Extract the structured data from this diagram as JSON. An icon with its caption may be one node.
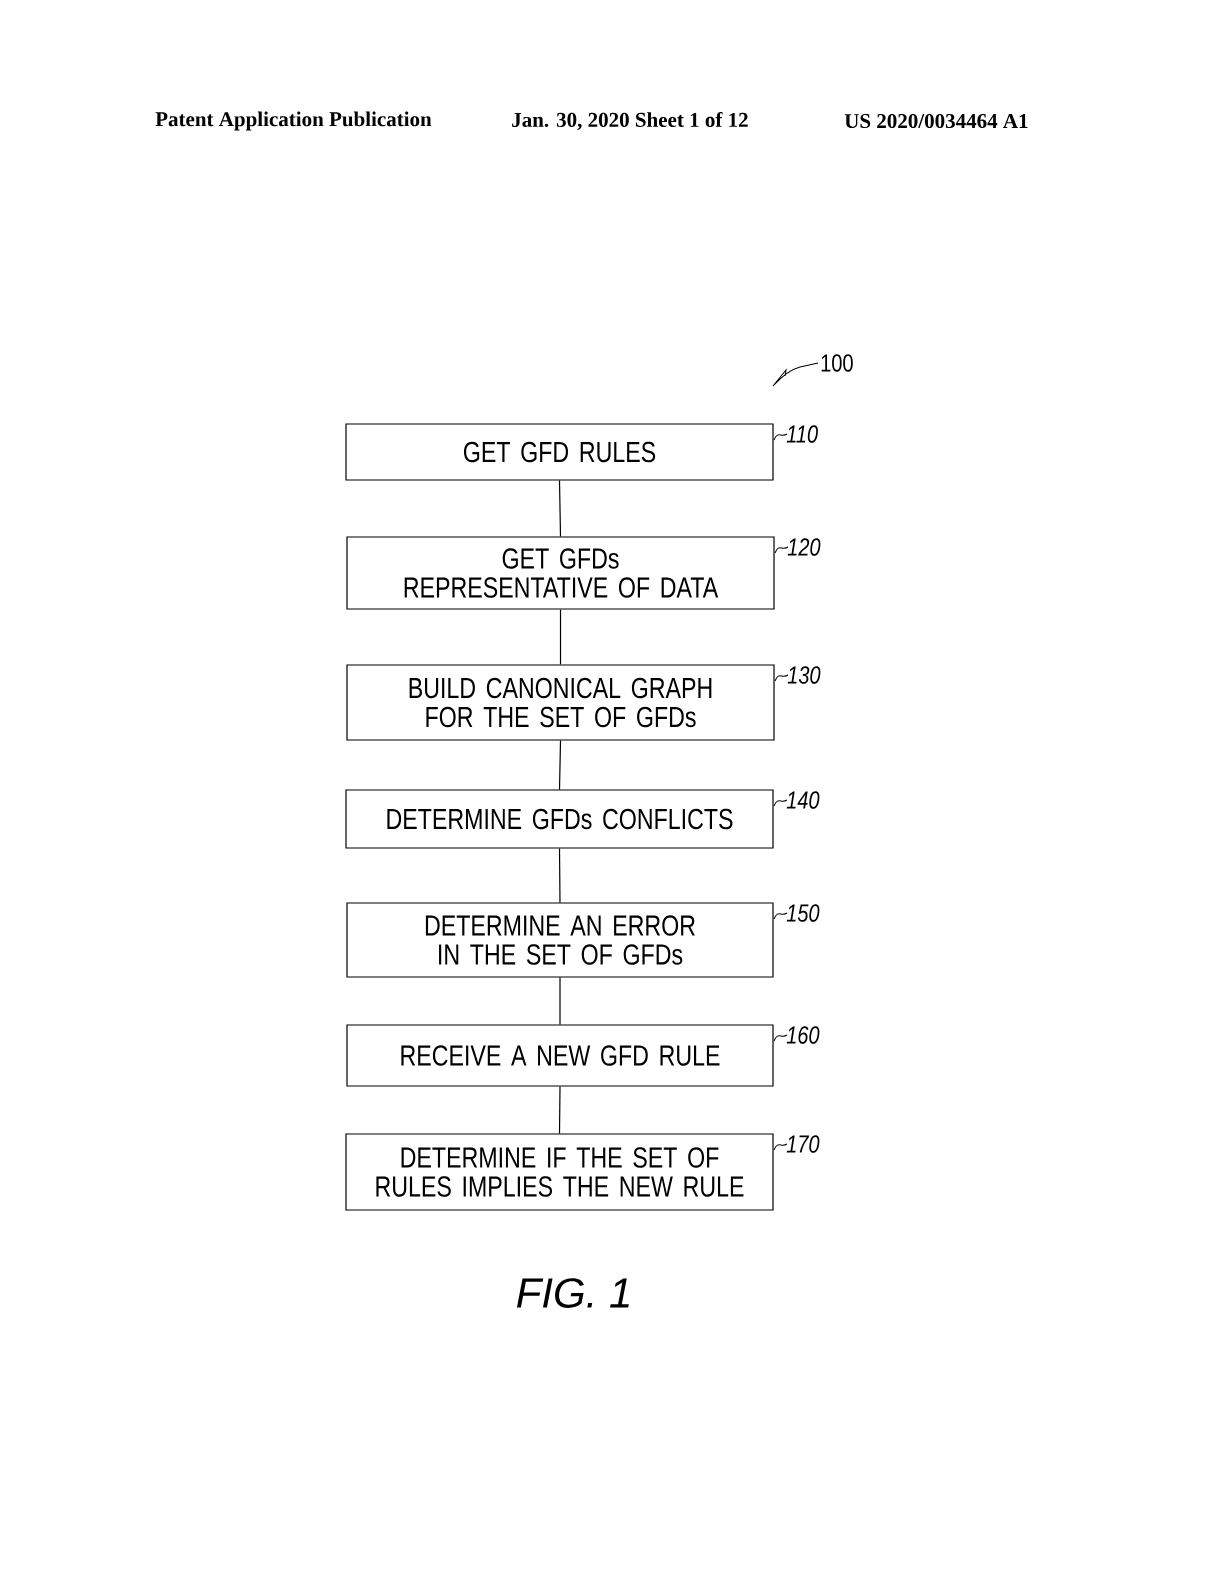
{
  "diagram": {
    "caption": "FIG. 1",
    "nodes": [
      {
        "text": [
          "GET GFD RULES"
        ],
        "beside": [
          "110"
        ]
      },
      {
        "text": [
          "GET GFDs REPRESENTATIVE OF DATA"
        ],
        "beside": [
          "120"
        ]
      },
      {
        "text": [
          "BUILD CANONICAL GRAPH FOR THE SET OF GFDs"
        ],
        "beside": [
          "130"
        ]
      },
      {
        "text": [
          "DETERMINE GFDs CONFLICTS"
        ],
        "beside": [
          "140"
        ]
      },
      {
        "text": [
          "DETERMINE AN ERROR IN THE SET OF GFDs"
        ],
        "beside": [
          "150"
        ]
      },
      {
        "text": [
          "RECEIVE A NEW GFD RULE"
        ],
        "beside": [
          "160"
        ]
      },
      {
        "text": [
          "DETERMINE IF THE SET OF RULES IMPLIES THE NEW RULE"
        ],
        "beside": [
          "170"
        ]
      }
    ],
    "edges": [
      {
        "from": 0,
        "to": 1,
        "arrow": "none"
      },
      {
        "from": 1,
        "to": 2,
        "arrow": "none"
      },
      {
        "from": 2,
        "to": 3,
        "arrow": "none"
      },
      {
        "from": 3,
        "to": 4,
        "arrow": "none"
      },
      {
        "from": 4,
        "to": 5,
        "arrow": "none"
      },
      {
        "from": 5,
        "to": 6,
        "arrow": "none"
      }
    ],
    "labels": [
      "Patent Application Publication",
      "Jan. 30, 2020  Sheet 1 of 12",
      "US 2020/0034464 A1",
      "100"
    ]
  }
}
